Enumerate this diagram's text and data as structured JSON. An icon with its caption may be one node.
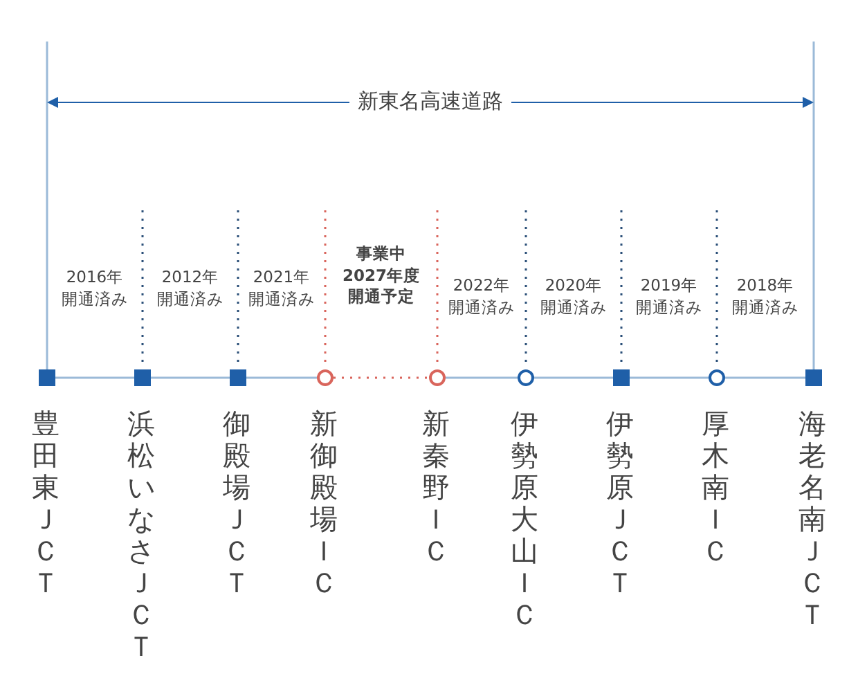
{
  "diagram": {
    "nodes": [
      {
        "text": [
          "豊田東ＪＣＴ"
        ]
      },
      {
        "text": [
          "浜松いなさＪＣＴ"
        ]
      },
      {
        "text": [
          "御殿場ＪＣＴ"
        ]
      },
      {
        "text": [
          "新御殿場ＩＣ"
        ]
      },
      {
        "text": [
          "新秦野ＩＣ"
        ]
      },
      {
        "text": [
          "伊勢原大山ＩＣ"
        ]
      },
      {
        "text": [
          "伊勢原ＪＣＴ"
        ]
      },
      {
        "text": [
          "厚木南ＩＣ"
        ]
      },
      {
        "text": [
          "海老名南ＪＣＴ"
        ]
      }
    ],
    "edges": [
      {
        "from": 0,
        "to": 1,
        "arrow": "none",
        "label": "2016年開通済み"
      },
      {
        "from": 1,
        "to": 2,
        "arrow": "none",
        "label": "2012年開通済み"
      },
      {
        "from": 2,
        "to": 3,
        "arrow": "none",
        "label": "2021年開通済み"
      },
      {
        "from": 3,
        "to": 4,
        "arrow": "none",
        "label": "事業中2027年度開通予定",
        "style": "dashed",
        "color": "#d9655c"
      },
      {
        "from": 4,
        "to": 5,
        "arrow": "none",
        "label": "2022年開通済み"
      },
      {
        "from": 5,
        "to": 6,
        "arrow": "none",
        "label": "2020年開通済み"
      },
      {
        "from": 6,
        "to": 7,
        "arrow": "none",
        "label": "2019年開通済み"
      },
      {
        "from": 7,
        "to": 8,
        "arrow": "none",
        "label": "2018年開通済み"
      }
    ],
    "labels": [
      "新東名高速道路"
    ]
  }
}
